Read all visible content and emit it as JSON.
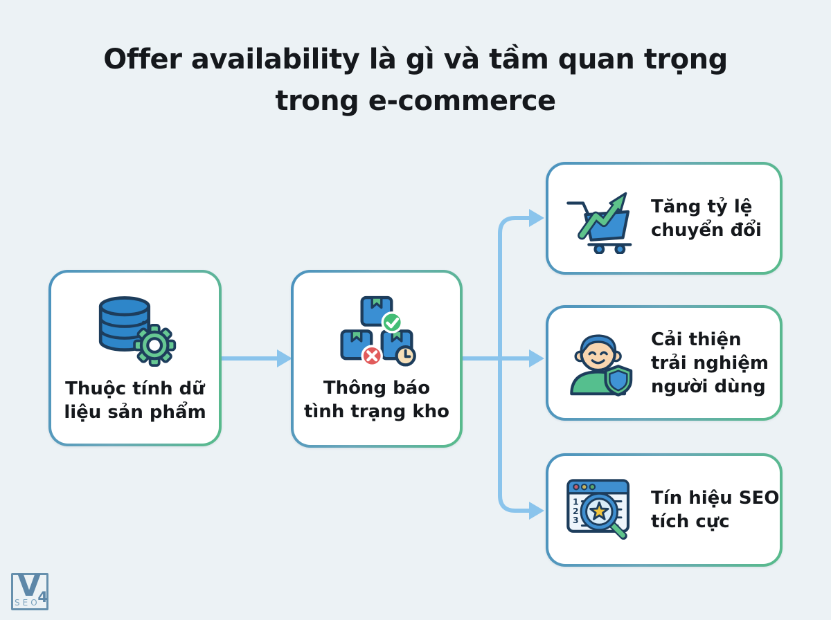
{
  "title": {
    "lines": [
      "Offer availability là gì và tầm quan trọng",
      "trong e-commerce"
    ]
  },
  "flow": {
    "source": {
      "label": "Thuộc tính dữ liệu sản phẩm",
      "lines": [
        "Thuộc tính dữ",
        "liệu sản phẩm"
      ],
      "icon": "database-gear-icon"
    },
    "process": {
      "label": "Thông báo tình trạng kho",
      "lines": [
        "Thông báo",
        "tình trạng kho"
      ],
      "icon": "inventory-boxes-icon"
    },
    "outcomes": [
      {
        "label": "Tăng tỷ lệ chuyển đổi",
        "lines": [
          "Tăng tỷ lệ",
          "chuyển đổi"
        ],
        "icon": "cart-growth-icon"
      },
      {
        "label": "Cải thiện trải nghiệm người dùng",
        "lines": [
          "Cải thiện",
          "trải nghiệm",
          "người dùng"
        ],
        "icon": "user-shield-icon"
      },
      {
        "label": "Tín hiệu SEO tích cực",
        "lines": [
          "Tín hiệu SEO",
          "tích cực"
        ],
        "icon": "seo-search-icon"
      }
    ]
  },
  "logo": {
    "letter": "V",
    "number": "4",
    "word": "SEO"
  },
  "colors": {
    "background": "#ecf2f5",
    "box_fill": "#ffffff",
    "border_blue": "#4a92be",
    "border_green": "#57bb8a",
    "arrow": "#8ac4ec",
    "text": "#15181c",
    "icon_blue": "#3a8fd3",
    "icon_green": "#5ec38b",
    "icon_outline": "#1d3d5c",
    "badge_check": "#43bd76",
    "badge_error": "#e15b5b",
    "badge_clock": "#f6dfb8",
    "star_yellow": "#f2c53d",
    "skin": "#f9d6b0",
    "logo_blue": "#5d87a8"
  }
}
